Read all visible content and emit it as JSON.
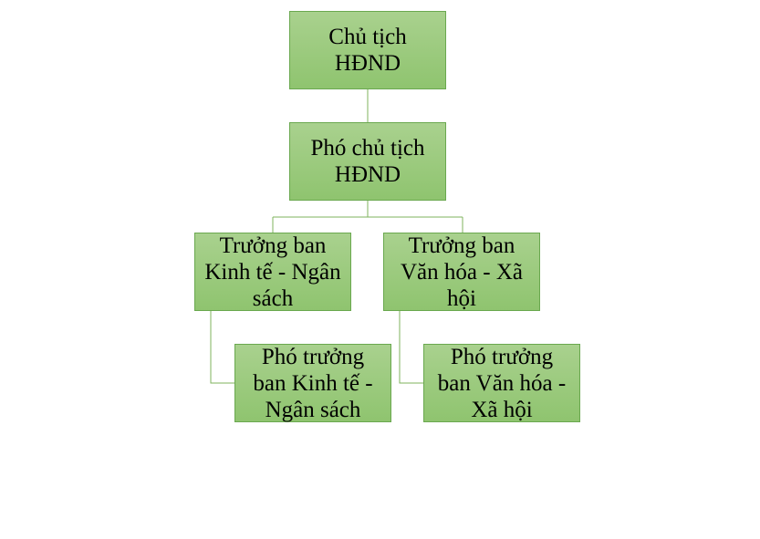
{
  "diagram": {
    "nodes": {
      "chair": "Chủ tịch\nHĐND",
      "vice_chair": "Phó chủ tịch\nHĐND",
      "head_economy": "Trưởng ban\nKinh tế - Ngân\nsách",
      "head_culture": "Trưởng ban\nVăn hóa - Xã\nhội",
      "deputy_economy": "Phó trưởng\nban Kinh tế -\nNgân sách",
      "deputy_culture": "Phó trưởng\nban Văn hóa -\nXã hội"
    },
    "edges": [
      [
        "chair",
        "vice_chair"
      ],
      [
        "vice_chair",
        "head_economy"
      ],
      [
        "vice_chair",
        "head_culture"
      ],
      [
        "head_economy",
        "deputy_economy"
      ],
      [
        "head_culture",
        "deputy_culture"
      ]
    ],
    "colors": {
      "node_fill": "#a9d18e",
      "node_border": "#6aa84f",
      "connector": "#7fb35e"
    }
  }
}
